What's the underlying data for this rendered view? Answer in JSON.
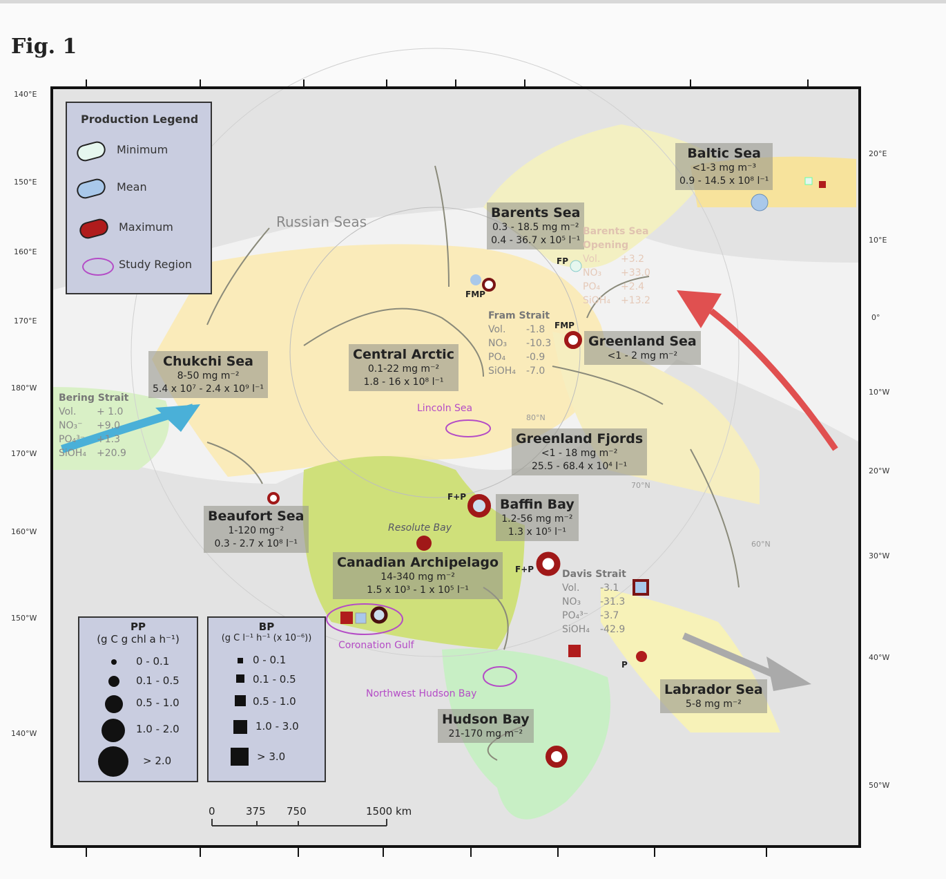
{
  "figure_label": "Fig. 1",
  "axis": {
    "left_labels": [
      "140°E",
      "150°E",
      "160°E",
      "170°E",
      "180°W",
      "170°W",
      "160°W",
      "150°W",
      "140°W"
    ],
    "right_labels": [
      "20°E",
      "10°E",
      "0°",
      "10°W",
      "20°W",
      "30°W",
      "40°W",
      "50°W"
    ],
    "lat_labels": [
      "80°N",
      "70°N",
      "60°N"
    ]
  },
  "legend": {
    "title": "Production Legend",
    "items": [
      {
        "label": "Minimum",
        "color": "#e6f7ef"
      },
      {
        "label": "Mean",
        "color": "#a9c8ea"
      },
      {
        "label": "Maximum",
        "color": "#b01c1c"
      },
      {
        "label": "Study Region",
        "color": "#b44cc6"
      }
    ]
  },
  "regions": [
    {
      "name": "Baltic Sea",
      "lines": [
        "<1-3 mg m⁻³",
        "0.9 - 14.5 x 10⁸ l⁻¹"
      ]
    },
    {
      "name": "Barents Sea",
      "lines": [
        "0.3 - 18.5 mg m⁻²",
        "0.4 - 36.7 x 10⁵ l⁻¹"
      ]
    },
    {
      "name": "Central Arctic",
      "lines": [
        "0.1-22 mg m⁻²",
        "1.8 - 16 x 10⁸ l⁻¹"
      ]
    },
    {
      "name": "Chukchi Sea",
      "lines": [
        "8-50 mg m⁻²",
        "5.4 x 10⁷ - 2.4 x 10⁹ l⁻¹"
      ]
    },
    {
      "name": "Greenland Sea",
      "lines": [
        "<1 - 2 mg m⁻²"
      ]
    },
    {
      "name": "Greenland Fjords",
      "lines": [
        "<1 - 18 mg m⁻²",
        "25.5 - 68.4 x 10⁴ l⁻¹"
      ]
    },
    {
      "name": "Baffin Bay",
      "lines": [
        "1.2-56 mg m⁻²",
        "1.3 x 10⁵ l⁻¹"
      ]
    },
    {
      "name": "Beaufort Sea",
      "lines": [
        "1-120 mg⁻²",
        "0.3 - 2.7 x 10⁸ l⁻¹"
      ]
    },
    {
      "name": "Canadian Archipelago",
      "lines": [
        "14-340 mg m⁻²",
        "1.5 x 10³ - 1 x 10⁵ l⁻¹"
      ]
    },
    {
      "name": "Labrador Sea",
      "lines": [
        "5-8 mg m⁻²"
      ]
    },
    {
      "name": "Hudson Bay",
      "lines": [
        "21-170 mg m⁻²"
      ]
    }
  ],
  "russian_seas": "Russian Seas",
  "fluxes": {
    "bering": {
      "title": "Bering Strait",
      "rows": [
        [
          "Vol.",
          "+ 1.0"
        ],
        [
          "NO₃⁻",
          "+9.0"
        ],
        [
          "PO₄³⁻",
          "+1.3"
        ],
        [
          "SiOH₄",
          "+20.9"
        ]
      ]
    },
    "fram": {
      "title": "Fram Strait",
      "rows": [
        [
          "Vol.",
          "-1.8"
        ],
        [
          "NO₃",
          "-10.3"
        ],
        [
          "PO₄",
          "-0.9"
        ],
        [
          "SiOH₄",
          "-7.0"
        ]
      ]
    },
    "davis": {
      "title": "Davis Strait",
      "rows": [
        [
          "Vol.",
          "-3.1"
        ],
        [
          "NO₃",
          "-31.3"
        ],
        [
          "PO₄³⁻",
          "-3.7"
        ],
        [
          "SiOH₄",
          "-42.9"
        ]
      ]
    },
    "barents_opening": {
      "title": "Barents Sea Opening",
      "rows": [
        [
          "Vol.",
          "+3.2"
        ],
        [
          "NO₃",
          "+33.0"
        ],
        [
          "PO₄",
          "+2.4"
        ],
        [
          "SiOH₄",
          "+13.2"
        ]
      ]
    }
  },
  "study_regions": [
    "Lincoln Sea",
    "Coronation Gulf",
    "Northwest Hudson Bay"
  ],
  "resolute": "Resolute Bay",
  "sites": {
    "fmp": "FMP",
    "fp": "FP",
    "fplus": "F+P",
    "p": "P"
  },
  "pp_legend": {
    "title": "PP",
    "unit": "(g C g chl a h⁻¹)",
    "items": [
      "0 - 0.1",
      "0.1 - 0.5",
      "0.5 - 1.0",
      "1.0 - 2.0",
      "> 2.0"
    ]
  },
  "bp_legend": {
    "title": "BP",
    "unit": "(g C l⁻¹ h⁻¹ (x 10⁻⁶))",
    "items": [
      "0 - 0.1",
      "0.1 - 0.5",
      "0.5 - 1.0",
      "1.0 - 3.0",
      "> 3.0"
    ]
  },
  "scale": {
    "ticks": [
      "0",
      "375",
      "750",
      "1500 km"
    ]
  }
}
